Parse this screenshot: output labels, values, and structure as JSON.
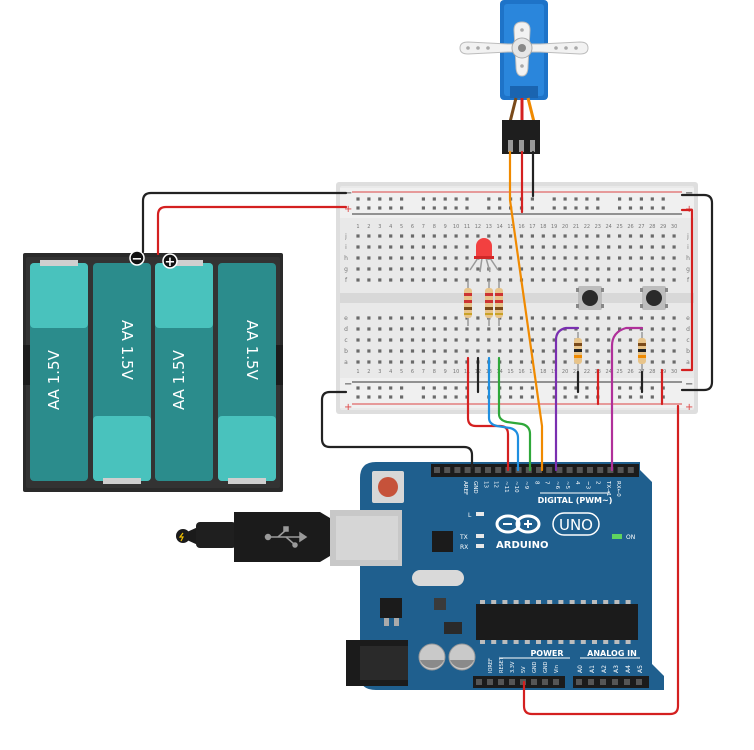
{
  "battery": {
    "cells": [
      "AA 1.5V",
      "AA 1.5V",
      "AA 1.5V",
      "AA 1.5V"
    ],
    "minus_label": "−",
    "plus_label": "+"
  },
  "breadboard": {
    "column_numbers": [
      "1",
      "2",
      "3",
      "4",
      "5",
      "6",
      "7",
      "8",
      "9",
      "10",
      "11",
      "12",
      "13",
      "14",
      "15",
      "16",
      "17",
      "18",
      "19",
      "20",
      "21",
      "22",
      "23",
      "24",
      "25",
      "26",
      "27",
      "28",
      "29",
      "30"
    ],
    "row_letters_top": [
      "j",
      "i",
      "h",
      "g",
      "f"
    ],
    "row_letters_bottom": [
      "e",
      "d",
      "c",
      "b",
      "a"
    ],
    "rail_plus": "+",
    "rail_minus": "−"
  },
  "arduino": {
    "brand": "ARDUINO",
    "model": "UNO",
    "digital_label": "DIGITAL (PWM~)",
    "power_label": "POWER",
    "analog_label": "ANALOG IN",
    "on_label": "ON",
    "led_labels": [
      "L",
      "TX",
      "RX"
    ],
    "top_pins": [
      "AREF",
      "GND",
      "13",
      "12",
      "~11",
      "~10",
      "~9",
      "8",
      "7",
      "~6",
      "~5",
      "4",
      "~3",
      "2",
      "TX→1",
      "RX←0"
    ],
    "power_pins": [
      "IOREF",
      "RESET",
      "3.3V",
      "5V",
      "GND",
      "GND",
      "Vin"
    ],
    "analog_pins": [
      "A0",
      "A1",
      "A2",
      "A3",
      "A4",
      "A5"
    ]
  },
  "colors": {
    "wire_red": "#d42020",
    "wire_black": "#222222",
    "wire_orange": "#f08a00",
    "wire_blue": "#1f8fe0",
    "wire_green": "#2fa83a",
    "wire_purple": "#7a2fb0",
    "wire_magenta": "#b0309a",
    "board_blue": "#1f5f8e",
    "battery_teal": "#2e8b8a",
    "servo_blue": "#1e73c8"
  }
}
